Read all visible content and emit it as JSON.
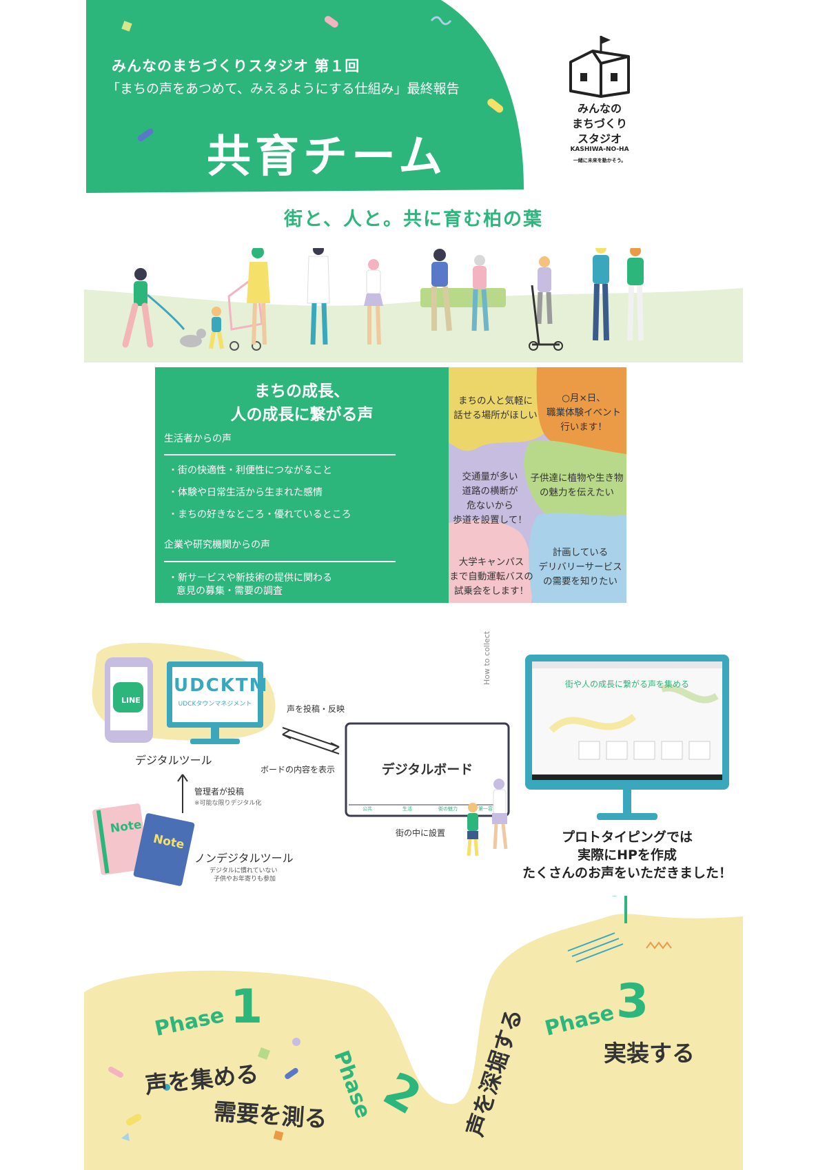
{
  "header": {
    "subtitle_line1": "みんなのまちづくりスタジオ 第１回",
    "subtitle_line2": "「まちの声をあつめて、みえるようにする仕組み」最終報告",
    "team_title": "共育チーム"
  },
  "logo": {
    "line1": "みんなの",
    "line2": "まちづくり",
    "line3": "スタジオ",
    "line4": "KASHIWA-NO-HA",
    "line5": "一緒に未来を動かそう。"
  },
  "tagline": "街と、人と。共に育む柏の葉",
  "voice_panel": {
    "heading_line1": "まちの成長、",
    "heading_line2": "人の成長に繋がる声",
    "resident_label": "生活者からの声",
    "resident_items": [
      "・街の快適性・利便性につながること",
      "・体験や日常生活から生まれた感情",
      "・まちの好きなところ・優れているところ"
    ],
    "company_label": "企業や研究機関からの声",
    "company_item_line1": "・新サービスや新技術の提供に関わる",
    "company_item_line2": "意見の募集・需要の調査"
  },
  "bubbles": [
    {
      "lines": [
        "まちの人と気軽に",
        "話せる場所がほしい"
      ],
      "color": "#ecd66a"
    },
    {
      "lines": [
        "○月×日、",
        "職業体験イベント",
        "行います！"
      ],
      "color": "#eb9a45"
    },
    {
      "lines": [
        "交通量が多い",
        "道路の横断が",
        "危ないから",
        "歩道を設置して！"
      ],
      "color": "#c7bde0"
    },
    {
      "lines": [
        "子供達に植物や生き物",
        "の魅力を伝えたい"
      ],
      "color": "#b9d98a"
    },
    {
      "lines": [
        "大学キャンパス",
        "まで自動運転バスの",
        "試乗会をします！"
      ],
      "color": "#f4c6cc"
    },
    {
      "lines": [
        "計画している",
        "デリバリーサービス",
        "の需要を知りたい"
      ],
      "color": "#a9d1ea"
    }
  ],
  "flow": {
    "line_label": "LINE",
    "udc_title": "UDCKTM",
    "udc_sub": "UDCKタウンマネジメント",
    "digital_tool": "デジタルツール",
    "post_reflect": "声を投稿・反映",
    "board_display": "ボードの内容を表示",
    "digital_board": "デジタルボード",
    "board_tabs": [
      "公共",
      "生活",
      "街の魅力",
      "第一容"
    ],
    "set_in_town": "街の中に設置",
    "admin_post": "管理者が投稿",
    "admin_note": "※可能な限りデジタル化",
    "note_label": "Note",
    "non_digital": "ノンデジタルツール",
    "non_digital_note1": "デジタルに慣れていない",
    "non_digital_note2": "子供やお年寄りも参加",
    "how_to_collect": "How to collect",
    "screen_title": "街や人の成長に繋がる声を集める",
    "proto_line1": "プロトタイピングでは",
    "proto_line2": "実際にHPを作成",
    "proto_line3": "たくさんのお声をいただきました！"
  },
  "phases": {
    "phase_word": "Phase",
    "p1_num": "1",
    "p2_num": "2",
    "p3_num": "3",
    "p1_line1": "声を集める",
    "p1_line2": "需要を測る",
    "p2_text": "声を深堀する",
    "p3_text": "実装する"
  },
  "colors": {
    "green": "#2db67c",
    "yellow_bg": "#f5e9ae",
    "teal": "#3aa7bd"
  }
}
